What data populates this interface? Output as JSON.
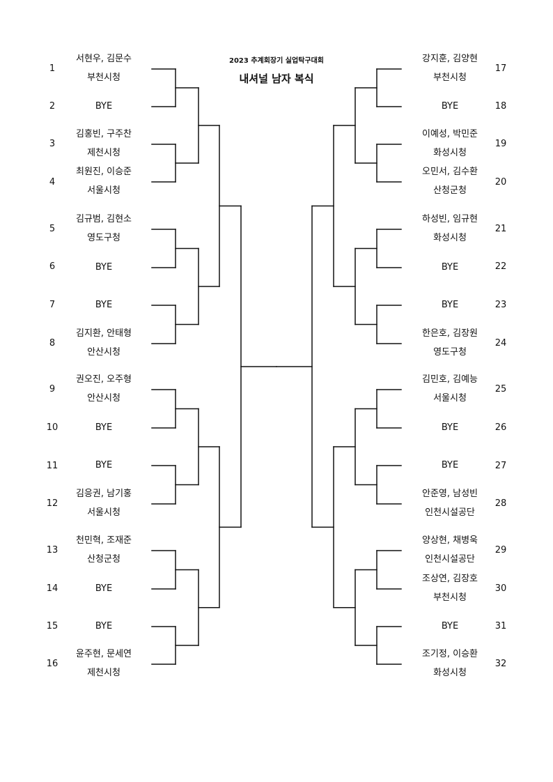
{
  "header": {
    "title": "2023 추계회장기 실업탁구대회",
    "event": "내셔널 남자 복식"
  },
  "draw": [
    {
      "seed": "1",
      "players": "서현우, 김문수",
      "club": "부천시청"
    },
    {
      "seed": "2",
      "players": "BYE",
      "club": ""
    },
    {
      "seed": "3",
      "players": "김홍빈, 구주찬",
      "club": "제천시청"
    },
    {
      "seed": "4",
      "players": "최원진, 이승준",
      "club": "서울시청"
    },
    {
      "seed": "5",
      "players": "김규범, 김현소",
      "club": "영도구청"
    },
    {
      "seed": "6",
      "players": "BYE",
      "club": ""
    },
    {
      "seed": "7",
      "players": "BYE",
      "club": ""
    },
    {
      "seed": "8",
      "players": "김지환, 안태형",
      "club": "안산시청"
    },
    {
      "seed": "9",
      "players": "권오진, 오주형",
      "club": "안산시청"
    },
    {
      "seed": "10",
      "players": "BYE",
      "club": ""
    },
    {
      "seed": "11",
      "players": "BYE",
      "club": ""
    },
    {
      "seed": "12",
      "players": "김응권, 남기홍",
      "club": "서울시청"
    },
    {
      "seed": "13",
      "players": "천민혁, 조재준",
      "club": "산청군청"
    },
    {
      "seed": "14",
      "players": "BYE",
      "club": ""
    },
    {
      "seed": "15",
      "players": "BYE",
      "club": ""
    },
    {
      "seed": "16",
      "players": "윤주현, 문세연",
      "club": "제천시청"
    },
    {
      "seed": "17",
      "players": "강지훈, 김양현",
      "club": "부천시청"
    },
    {
      "seed": "18",
      "players": "BYE",
      "club": ""
    },
    {
      "seed": "19",
      "players": "이예성, 박민준",
      "club": "화성시청"
    },
    {
      "seed": "20",
      "players": "오민서, 김수환",
      "club": "산청군청"
    },
    {
      "seed": "21",
      "players": "하성빈, 임규현",
      "club": "화성시청"
    },
    {
      "seed": "22",
      "players": "BYE",
      "club": ""
    },
    {
      "seed": "23",
      "players": "BYE",
      "club": ""
    },
    {
      "seed": "24",
      "players": "한은호, 김장원",
      "club": "영도구청"
    },
    {
      "seed": "25",
      "players": "김민호, 김예능",
      "club": "서울시청"
    },
    {
      "seed": "26",
      "players": "BYE",
      "club": ""
    },
    {
      "seed": "27",
      "players": "BYE",
      "club": ""
    },
    {
      "seed": "28",
      "players": "안준영, 남성빈",
      "club": "인천시설공단"
    },
    {
      "seed": "29",
      "players": "양상현, 채병욱",
      "club": "인천시설공단"
    },
    {
      "seed": "30",
      "players": "조상연, 김장호",
      "club": "부천시청"
    },
    {
      "seed": "31",
      "players": "BYE",
      "club": ""
    },
    {
      "seed": "32",
      "players": "조기정, 이승환",
      "club": "화성시청"
    }
  ]
}
